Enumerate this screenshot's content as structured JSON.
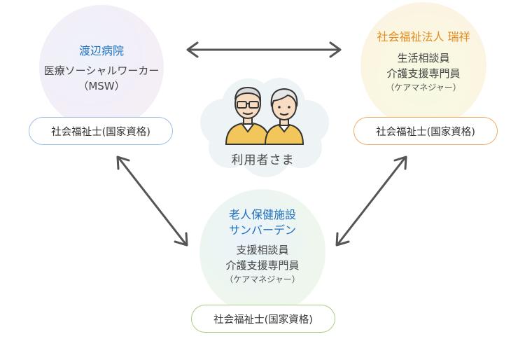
{
  "left": {
    "title": "渡辺病院",
    "line1": "医療ソーシャルワーカー",
    "line2": "（MSW）",
    "badge": "社会福祉士(国家資格)"
  },
  "right": {
    "title": "社会福祉法人 瑞祥",
    "line1": "生活相談員",
    "line2": "介護支援専門員",
    "line3": "（ケアマネジャー）",
    "badge": "社会福祉士(国家資格)"
  },
  "bottom": {
    "title1": "老人保健施設",
    "title2": "サンバーデン",
    "line1": "支援相談員",
    "line2": "介護支援専門員",
    "line3": "（ケアマネジャー）",
    "badge": "社会福祉士(国家資格)"
  },
  "center": {
    "label": "利用者さま"
  },
  "colors": {
    "blue": "#1f6fbf",
    "orange": "#e58a1f",
    "arrow": "#555555"
  }
}
